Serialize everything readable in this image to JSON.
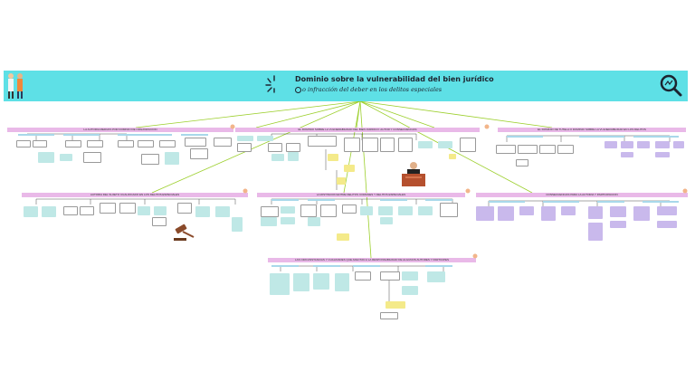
{
  "header": {
    "title": "Dominio sobre la vulnerabilidad del bien jurídico",
    "subtitle": "o infracción del deber en los delitos especiales"
  },
  "sections": {
    "top_left": "LA AUTORIA MEDIATA POR DOMINIO DE ORGANIZACION",
    "top_middle": "EL DOMINIO SOBRE LA VULNERABILIDAD DEL BIEN JURIDICO: AUTOR Y CONSECUENCIAS",
    "top_right": "EL DOMINIO DE TUTELA O DOMINIO SOBRE LA VULNERABILIDAD EN LOS DELITOS",
    "mid_left": "AUTORIA DEL SUJETO CUALIFICADO EN LOS DELITOS ESPECIALES",
    "mid_center": "LA DISTINCION ENTRE DELITOS COMUNES Y DELITOS ESPECIALES",
    "mid_right": "CONSECUENCIAS PARA LA AUTORIA Y PARTICIPACION",
    "bottom": "LAS CIRCUNSTANCIAS Y CUALIDADES QUE AFECTAN A LA RESPONSABILIDAD DE ALGUNOS AUTORES Y PARTICIPES"
  },
  "colors": {
    "banner": "#5ee0e6",
    "section_header": "#e9b9e8",
    "connector": "#9ccf2c",
    "box_teal": "#bfe8e6",
    "box_lavender": "#c9b9ec",
    "box_yellow": "#f4ea8a",
    "petal": "#f2b58a"
  },
  "icons": [
    "people-icon",
    "burst-icon",
    "magnifier-icon",
    "gavel-icon",
    "judge-icon",
    "flower-icon"
  ]
}
